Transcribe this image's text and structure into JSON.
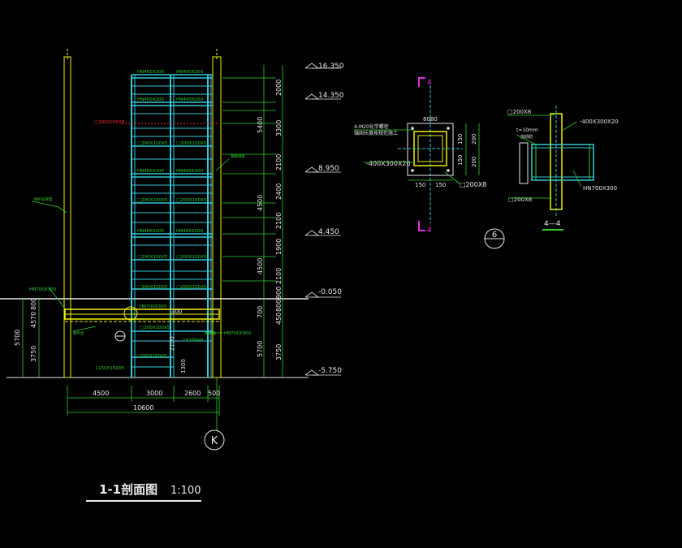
{
  "title": {
    "main": "1-1剖面图",
    "scale": "1:100"
  },
  "axis_label": "K",
  "detail_marker": "6",
  "elevations": [
    "16.350",
    "14.350",
    "8.950",
    "4.450",
    "-0.050",
    "-5.750"
  ],
  "right_dims_a": [
    "2000",
    "3300",
    "2100",
    "2400",
    "2100",
    "1900",
    "2100",
    "900",
    "800",
    "450",
    "3750"
  ],
  "right_dims_b": [
    "5400",
    "4500",
    "4500",
    "700",
    "5700"
  ],
  "left_dims": [
    "5700",
    "3750",
    "4570",
    "800"
  ],
  "bottom_dims": [
    "4500",
    "3000",
    "2600",
    "500"
  ],
  "total_dim": "10600",
  "frame_labels": {
    "top_beam_l": "HN400X200",
    "top_beam_r": "HN400X200",
    "beam2_l": "HN400X200",
    "beam2_r": "HN400X200",
    "ss1_l": "□200X100X5",
    "ss1_r": "□200X100X5",
    "beam3_l": "HN400X200",
    "beam3_r": "HN400X200",
    "ss2_l": "□200X100X5",
    "ss2_r": "□200X100X5",
    "beam4_l": "HN400X200",
    "beam4_r": "HN400X200",
    "ss3_l": "□200X100X5",
    "ss3_r": "□200X100X5",
    "ss4_l": "□200X100X5",
    "ss4_r": "□200X100X5",
    "hn700": "HN700X300",
    "sq_low": "□200X100X5",
    "sq_low2": "□200X100X5",
    "angle": "L150X150X5",
    "left_tag": "□200X200X8",
    "left_hn": "HN700X300",
    "right_hn": "HN700X300",
    "plate": "t=10mm",
    "dim300": "300",
    "dim2100": "2100",
    "dim1300": "1300"
  },
  "detail_a": {
    "section_top": "4",
    "section_bot": "4",
    "note1": "4-M20化学螺栓",
    "note2": "锚固长度按规范施工",
    "plate": "-400X300X20",
    "tube": "□200X8",
    "dim_top": "8080",
    "dims_right": [
      "150",
      "150",
      "200",
      "200"
    ],
    "dims_bottom": [
      "150",
      "150"
    ]
  },
  "detail_b": {
    "tube_top": "□200X8",
    "plate": "-400X300X20",
    "stiffener": "t=10mm",
    "stiffener_note": "加劲肋",
    "beam": "HN700X300",
    "tube_bot": "□200X8",
    "caption": "4—4"
  },
  "colors": {
    "cyan": "#35c8d8",
    "yellow": "#f2f200",
    "green": "#2ed02e",
    "white": "#e8e8e8",
    "magenta": "#e030e0",
    "red": "#ff3030"
  }
}
